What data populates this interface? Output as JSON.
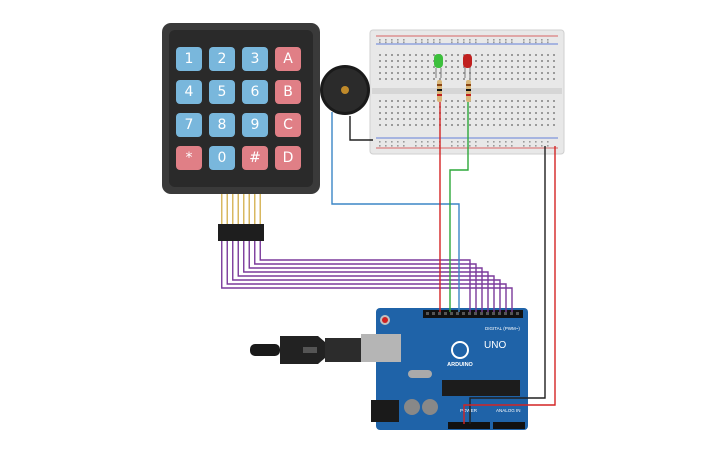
{
  "keypad": {
    "keys": [
      "1",
      "2",
      "3",
      "A",
      "4",
      "5",
      "6",
      "B",
      "7",
      "8",
      "9",
      "C",
      "*",
      "0",
      "#",
      "D"
    ]
  },
  "arduino": {
    "model_label": "UNO",
    "brand_label": "ARDUINO",
    "digital_label": "DIGITAL (PWM~)",
    "analog_label": "ANALOG IN",
    "power_label": "POWER"
  },
  "leds": [
    {
      "name": "green",
      "color": "#3cbf3c"
    },
    {
      "name": "red",
      "color": "#c0201f"
    }
  ],
  "wire_colors": {
    "purple": "#7b3a9b",
    "red": "#d42424",
    "green": "#2da83a",
    "blue": "#3b86c6",
    "black": "#202020"
  }
}
